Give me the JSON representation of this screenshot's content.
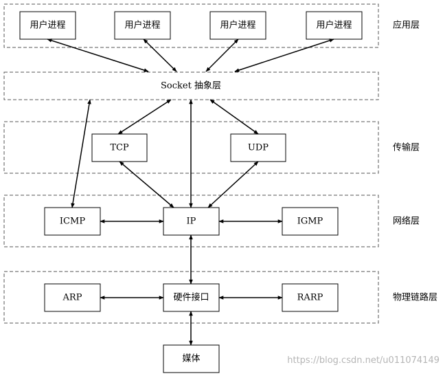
{
  "layers": {
    "application": "应用层",
    "transport": "传输层",
    "network": "网络层",
    "physical": "物理链路层"
  },
  "boxes": {
    "user1": "用户进程",
    "user2": "用户进程",
    "user3": "用户进程",
    "user4": "用户进程",
    "socket": "Socket 抽象层",
    "tcp": "TCP",
    "udp": "UDP",
    "icmp": "ICMP",
    "ip": "IP",
    "igmp": "IGMP",
    "arp": "ARP",
    "hw": "硬件接口",
    "rarp": "RARP",
    "media": "媒体"
  },
  "watermark": "https://blog.csdn.net/u011074149"
}
